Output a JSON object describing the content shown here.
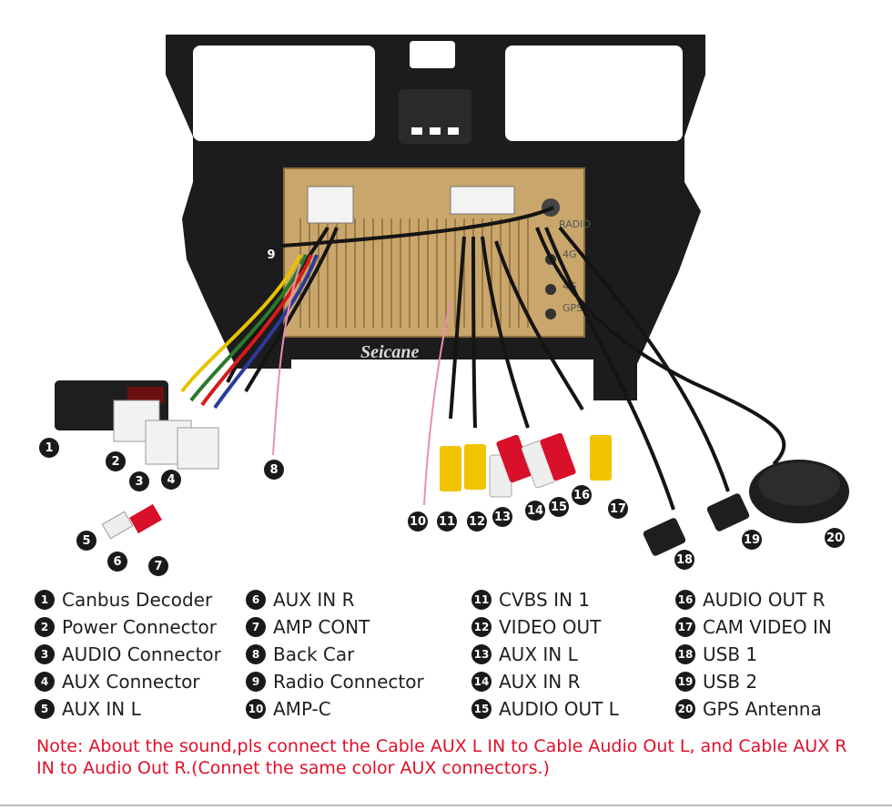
{
  "image": {
    "watermark": "Seicane",
    "panel_labels": [
      "RADIO",
      "4G",
      "4G",
      "GPS"
    ]
  },
  "callouts": [
    "1",
    "2",
    "3",
    "4",
    "5",
    "6",
    "7",
    "8",
    "9",
    "10",
    "11",
    "12",
    "13",
    "14",
    "15",
    "16",
    "17",
    "18",
    "19",
    "20"
  ],
  "legend": {
    "columns": [
      [
        {
          "num": "1",
          "label": "Canbus Decoder"
        },
        {
          "num": "2",
          "label": "Power Connector"
        },
        {
          "num": "3",
          "label": "AUDIO Connector"
        },
        {
          "num": "4",
          "label": "AUX Connector"
        },
        {
          "num": "5",
          "label": "AUX IN L"
        }
      ],
      [
        {
          "num": "6",
          "label": "AUX IN R"
        },
        {
          "num": "7",
          "label": "AMP CONT"
        },
        {
          "num": "8",
          "label": "Back Car"
        },
        {
          "num": "9",
          "label": "Radio Connector"
        },
        {
          "num": "10",
          "label": "AMP-C"
        }
      ],
      [
        {
          "num": "11",
          "label": "CVBS IN 1"
        },
        {
          "num": "12",
          "label": "VIDEO OUT"
        },
        {
          "num": "13",
          "label": "AUX IN L"
        },
        {
          "num": "14",
          "label": "AUX IN R"
        },
        {
          "num": "15",
          "label": "AUDIO OUT L"
        }
      ],
      [
        {
          "num": "16",
          "label": "AUDIO OUT R"
        },
        {
          "num": "17",
          "label": "CAM VIDEO IN"
        },
        {
          "num": "18",
          "label": "USB 1"
        },
        {
          "num": "19",
          "label": "USB 2"
        },
        {
          "num": "20",
          "label": "GPS Antenna"
        }
      ]
    ]
  },
  "note": "Note: About the sound,pls connect the Cable AUX L IN to Cable Audio Out L, and Cable AUX R IN to  Audio Out R.(Connet the same color AUX connectors.)",
  "colors": {
    "frame": "#1c1c1e",
    "unit": "#c9a66b",
    "cable": "#141414",
    "rca_yellow": "#f2c300",
    "rca_red": "#d8102a",
    "rca_white": "#eeeeee",
    "note_red": "#e0102a"
  }
}
